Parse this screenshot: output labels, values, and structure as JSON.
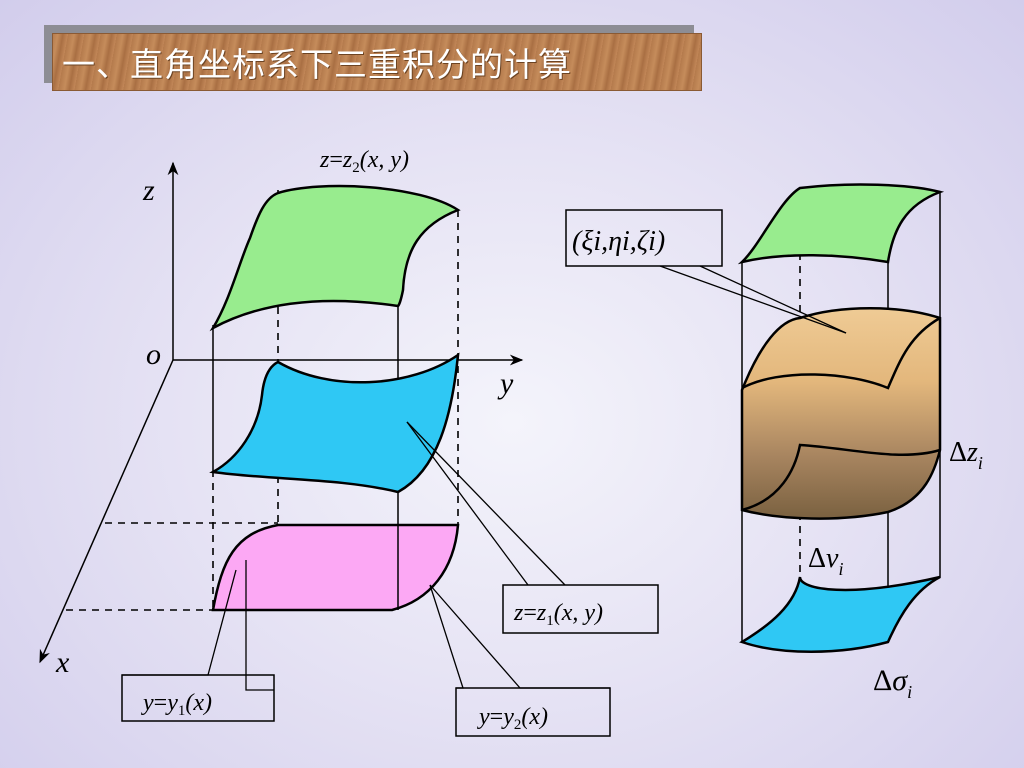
{
  "title": "一、直角坐标系下三重积分的计算",
  "axes": {
    "z": "z",
    "o": "o",
    "y": "y",
    "x": "x"
  },
  "label_z2": {
    "var": "z",
    "eq": "=",
    "fn": "z",
    "sub": "2",
    "args": "(x, y)"
  },
  "label_z1": {
    "var": "z",
    "eq": "=",
    "fn": "z",
    "sub": "1",
    "args": "(x, y)"
  },
  "label_y1": {
    "var": "y",
    "eq": "=",
    "fn": "y",
    "sub": "1",
    "args": "(x)"
  },
  "label_y2": {
    "var": "y",
    "eq": "=",
    "fn": "y",
    "sub": "2",
    "args": "(x)"
  },
  "label_point": "(ξi,ηi,ζi)",
  "label_dz": {
    "delta": "Δ",
    "var": "z",
    "sub": "i"
  },
  "label_dv": {
    "delta": "Δ",
    "var": "v",
    "sub": "i"
  },
  "label_dsigma": {
    "delta": "Δ",
    "var": "σ",
    "sub": "i"
  },
  "colors": {
    "top_surface": "#98ec8e",
    "bottom_surface": "#2fc8f4",
    "projection_region": "#fca8f4",
    "volume_top": "#efcb95",
    "volume_bottom": "#7a6140"
  }
}
